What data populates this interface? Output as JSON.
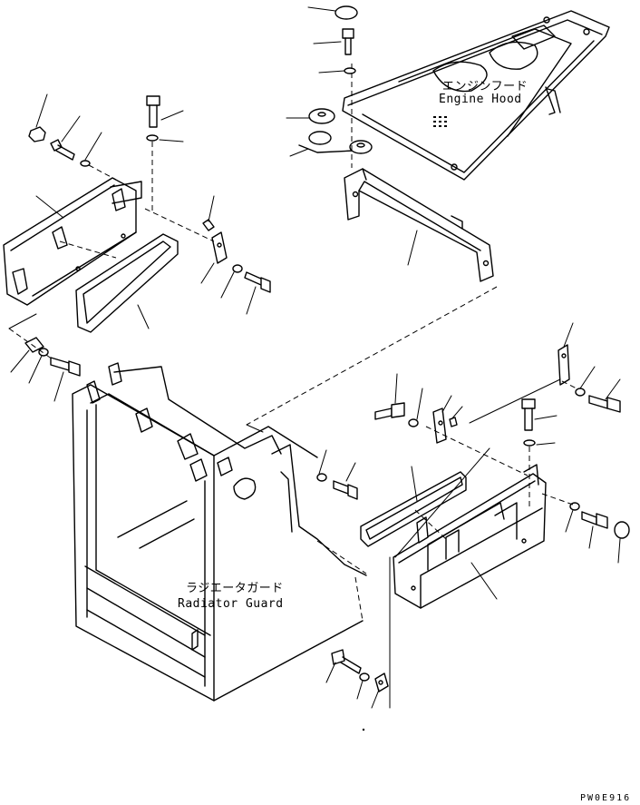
{
  "labels": {
    "engine_hood_jp": "エンジンフード",
    "engine_hood_en": "Engine Hood",
    "radiator_guard_jp": "ラジエータガード",
    "radiator_guard_en": "Radiator Guard"
  },
  "drawing_code": "PW0E916"
}
